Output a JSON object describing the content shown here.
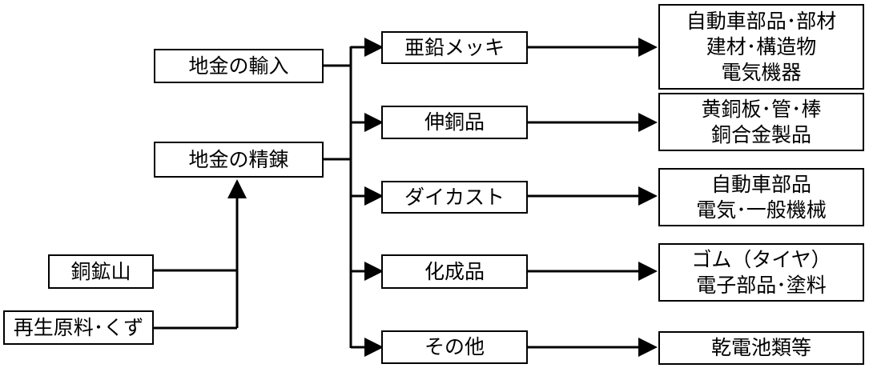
{
  "sources": {
    "import": "地金の輸入",
    "refining": "地金の精錬",
    "mine": "銅鉱山",
    "recycled": "再生原料･くず"
  },
  "uses": [
    {
      "name": "亜鉛メッキ",
      "products": [
        "自動車部品･部材",
        "建材･構造物",
        "電気機器"
      ]
    },
    {
      "name": "伸銅品",
      "products": [
        "黄銅板･管･棒",
        "銅合金製品"
      ]
    },
    {
      "name": "ダイカスト",
      "products": [
        "自動車部品",
        "電気･一般機械"
      ]
    },
    {
      "name": "化成品",
      "products": [
        "ゴム（タイヤ）",
        "電子部品･塗料"
      ]
    },
    {
      "name": "その他",
      "products": [
        "乾電池類等"
      ]
    }
  ]
}
